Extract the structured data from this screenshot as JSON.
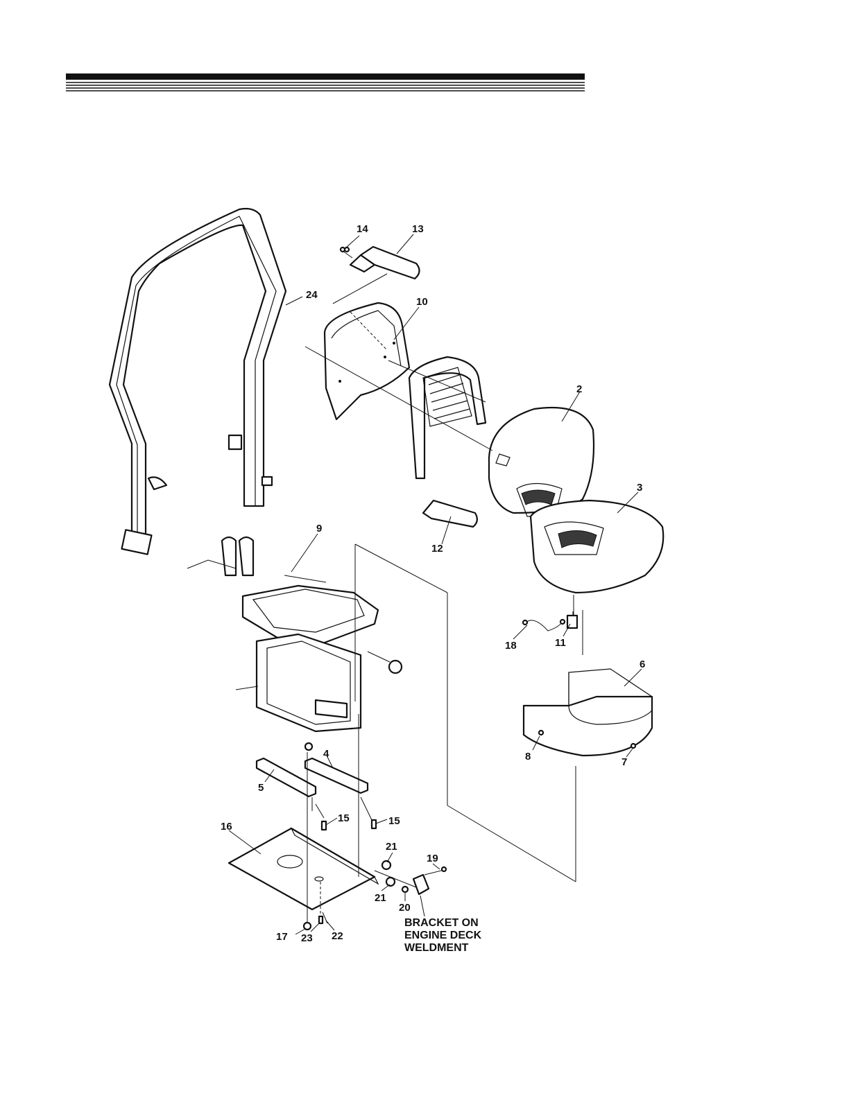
{
  "callouts": [
    {
      "id": "c14",
      "text": "14"
    },
    {
      "id": "c13",
      "text": "13"
    },
    {
      "id": "c24",
      "text": "24"
    },
    {
      "id": "c10",
      "text": "10"
    },
    {
      "id": "c2",
      "text": "2"
    },
    {
      "id": "c3",
      "text": "3"
    },
    {
      "id": "c9",
      "text": "9"
    },
    {
      "id": "c12",
      "text": "12"
    },
    {
      "id": "c18",
      "text": "18"
    },
    {
      "id": "c11",
      "text": "11"
    },
    {
      "id": "c6",
      "text": "6"
    },
    {
      "id": "c8",
      "text": "8"
    },
    {
      "id": "c7",
      "text": "7"
    },
    {
      "id": "c4",
      "text": "4"
    },
    {
      "id": "c5",
      "text": "5"
    },
    {
      "id": "c15a",
      "text": "15"
    },
    {
      "id": "c15b",
      "text": "15"
    },
    {
      "id": "c16",
      "text": "16"
    },
    {
      "id": "c21a",
      "text": "21"
    },
    {
      "id": "c19",
      "text": "19"
    },
    {
      "id": "c21b",
      "text": "21"
    },
    {
      "id": "c20",
      "text": "20"
    },
    {
      "id": "c17",
      "text": "17"
    },
    {
      "id": "c23",
      "text": "23"
    },
    {
      "id": "c22",
      "text": "22"
    }
  ],
  "bracket_note": [
    "BRACKET ON",
    "ENGINE DECK",
    "WELDMENT"
  ]
}
